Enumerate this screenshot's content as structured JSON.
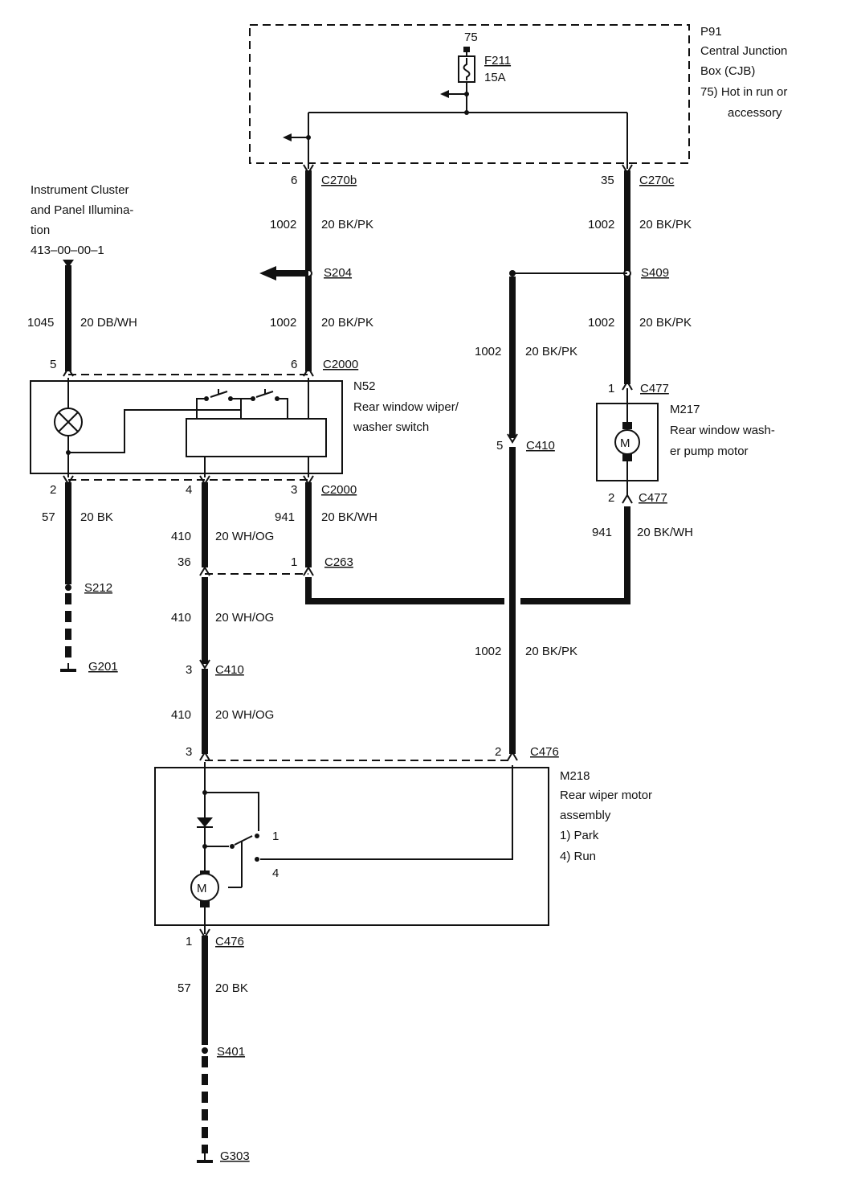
{
  "cjb": {
    "id": "P91",
    "name_line1": "Central Junction",
    "name_line2": "Box (CJB)",
    "note_line1": "75)  Hot in run or",
    "note_line2": "accessory",
    "fuse_pin": "75",
    "fuse_id": "F211",
    "fuse_rating": "15A"
  },
  "cluster_ref": {
    "line1": "Instrument Cluster",
    "line2": "and Panel Illumina-",
    "line3": "tion",
    "line4": "413–00–00–1"
  },
  "switch": {
    "id": "N52",
    "name_line1": "Rear window wiper/",
    "name_line2": "washer switch"
  },
  "pump": {
    "id": "M217",
    "name_line1": "Rear window wash-",
    "name_line2": "er pump motor",
    "symbol": "M"
  },
  "wiper": {
    "id": "M218",
    "name_line1": "Rear wiper motor",
    "name_line2": "assembly",
    "note_park": "1)      Park",
    "note_run": "4)      Run",
    "pin1": "1",
    "pin4": "4",
    "symbol": "M"
  },
  "connectors": {
    "c270b": "C270b",
    "c270b_pin": "6",
    "c270c": "C270c",
    "c270c_pin": "35",
    "s204": "S204",
    "s409": "S409",
    "c2000_top": "C2000",
    "c2000_top_pin5": "5",
    "c2000_top_pin6": "6",
    "c2000_bot": "C2000",
    "c2000_bot_pin2": "2",
    "c2000_bot_pin4": "4",
    "c2000_bot_pin3": "3",
    "c477_top": "C477",
    "c477_top_pin": "1",
    "c477_bot": "C477",
    "c477_bot_pin": "2",
    "c410_right": "C410",
    "c410_right_pin": "5",
    "c263": "C263",
    "c263_pin36": "36",
    "c263_pin1": "1",
    "s212": "S212",
    "g201": "G201",
    "c410_left": "C410",
    "c410_left_pin": "3",
    "c476_top": "C476",
    "c476_top_pin3": "3",
    "c476_top_pin2": "2",
    "c476_bot": "C476",
    "c476_bot_pin": "1",
    "s401": "S401",
    "g303": "G303"
  },
  "wires": {
    "w1_circ": "1002",
    "w1_spec": "20 BK/PK",
    "w2_circ": "1002",
    "w2_spec": "20 BK/PK",
    "w3_circ": "1002",
    "w3_spec": "20 BK/PK",
    "w4_circ": "1002",
    "w4_spec": "20 BK/PK",
    "w5_circ": "1002",
    "w5_spec": "20 BK/PK",
    "w6_circ": "1045",
    "w6_spec": "20 DB/WH",
    "w7_circ": "57",
    "w7_spec": "20 BK",
    "w8_circ": "410",
    "w8_spec": "20 WH/OG",
    "w9_circ": "941",
    "w9_spec": "20 BK/WH",
    "w10_circ": "941",
    "w10_spec": "20 BK/WH",
    "w11_circ": "410",
    "w11_spec": "20 WH/OG",
    "w12_circ": "1002",
    "w12_spec": "20 BK/PK",
    "w13_circ": "410",
    "w13_spec": "20 WH/OG",
    "w14_circ": "57",
    "w14_spec": "20 BK"
  }
}
